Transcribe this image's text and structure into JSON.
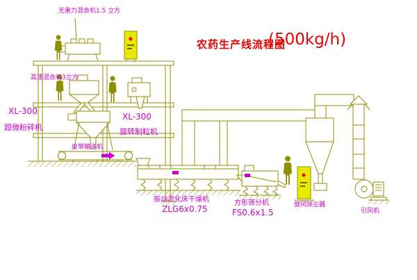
{
  "title": {
    "text": "农药生产线流程图",
    "capacity": "(500kg/h)"
  },
  "labels": {
    "gravity_mixer": "无重力混合机1.5 立方",
    "high_speed_mixer": "高速混合机3立方",
    "pulverizer_model": "XL-300",
    "pulverizer_name": "超微粉碎机",
    "granulator_model": "XL-300",
    "granulator_name": "旋转制粒机",
    "belt_conveyor": "皮带输送机",
    "dryer_name": "振动流化床干燥机",
    "dryer_model": "ZLG6x0.75",
    "sieve_name": "方形筛分机",
    "sieve_model": "FS0.6x1.5",
    "cyclone": "旋风除尘器",
    "fan": "引风机"
  },
  "colors": {
    "linework": "#8f8f00",
    "label": "#cc00cc",
    "title": "#e60000",
    "cabinet_fill": "#e8e800",
    "indicator_dot": "#ee0000",
    "background": "#ffffff"
  },
  "icons": {
    "worker_figure": "person-silhouette",
    "control_cabinet": "cabinet-with-indicator-dot"
  }
}
